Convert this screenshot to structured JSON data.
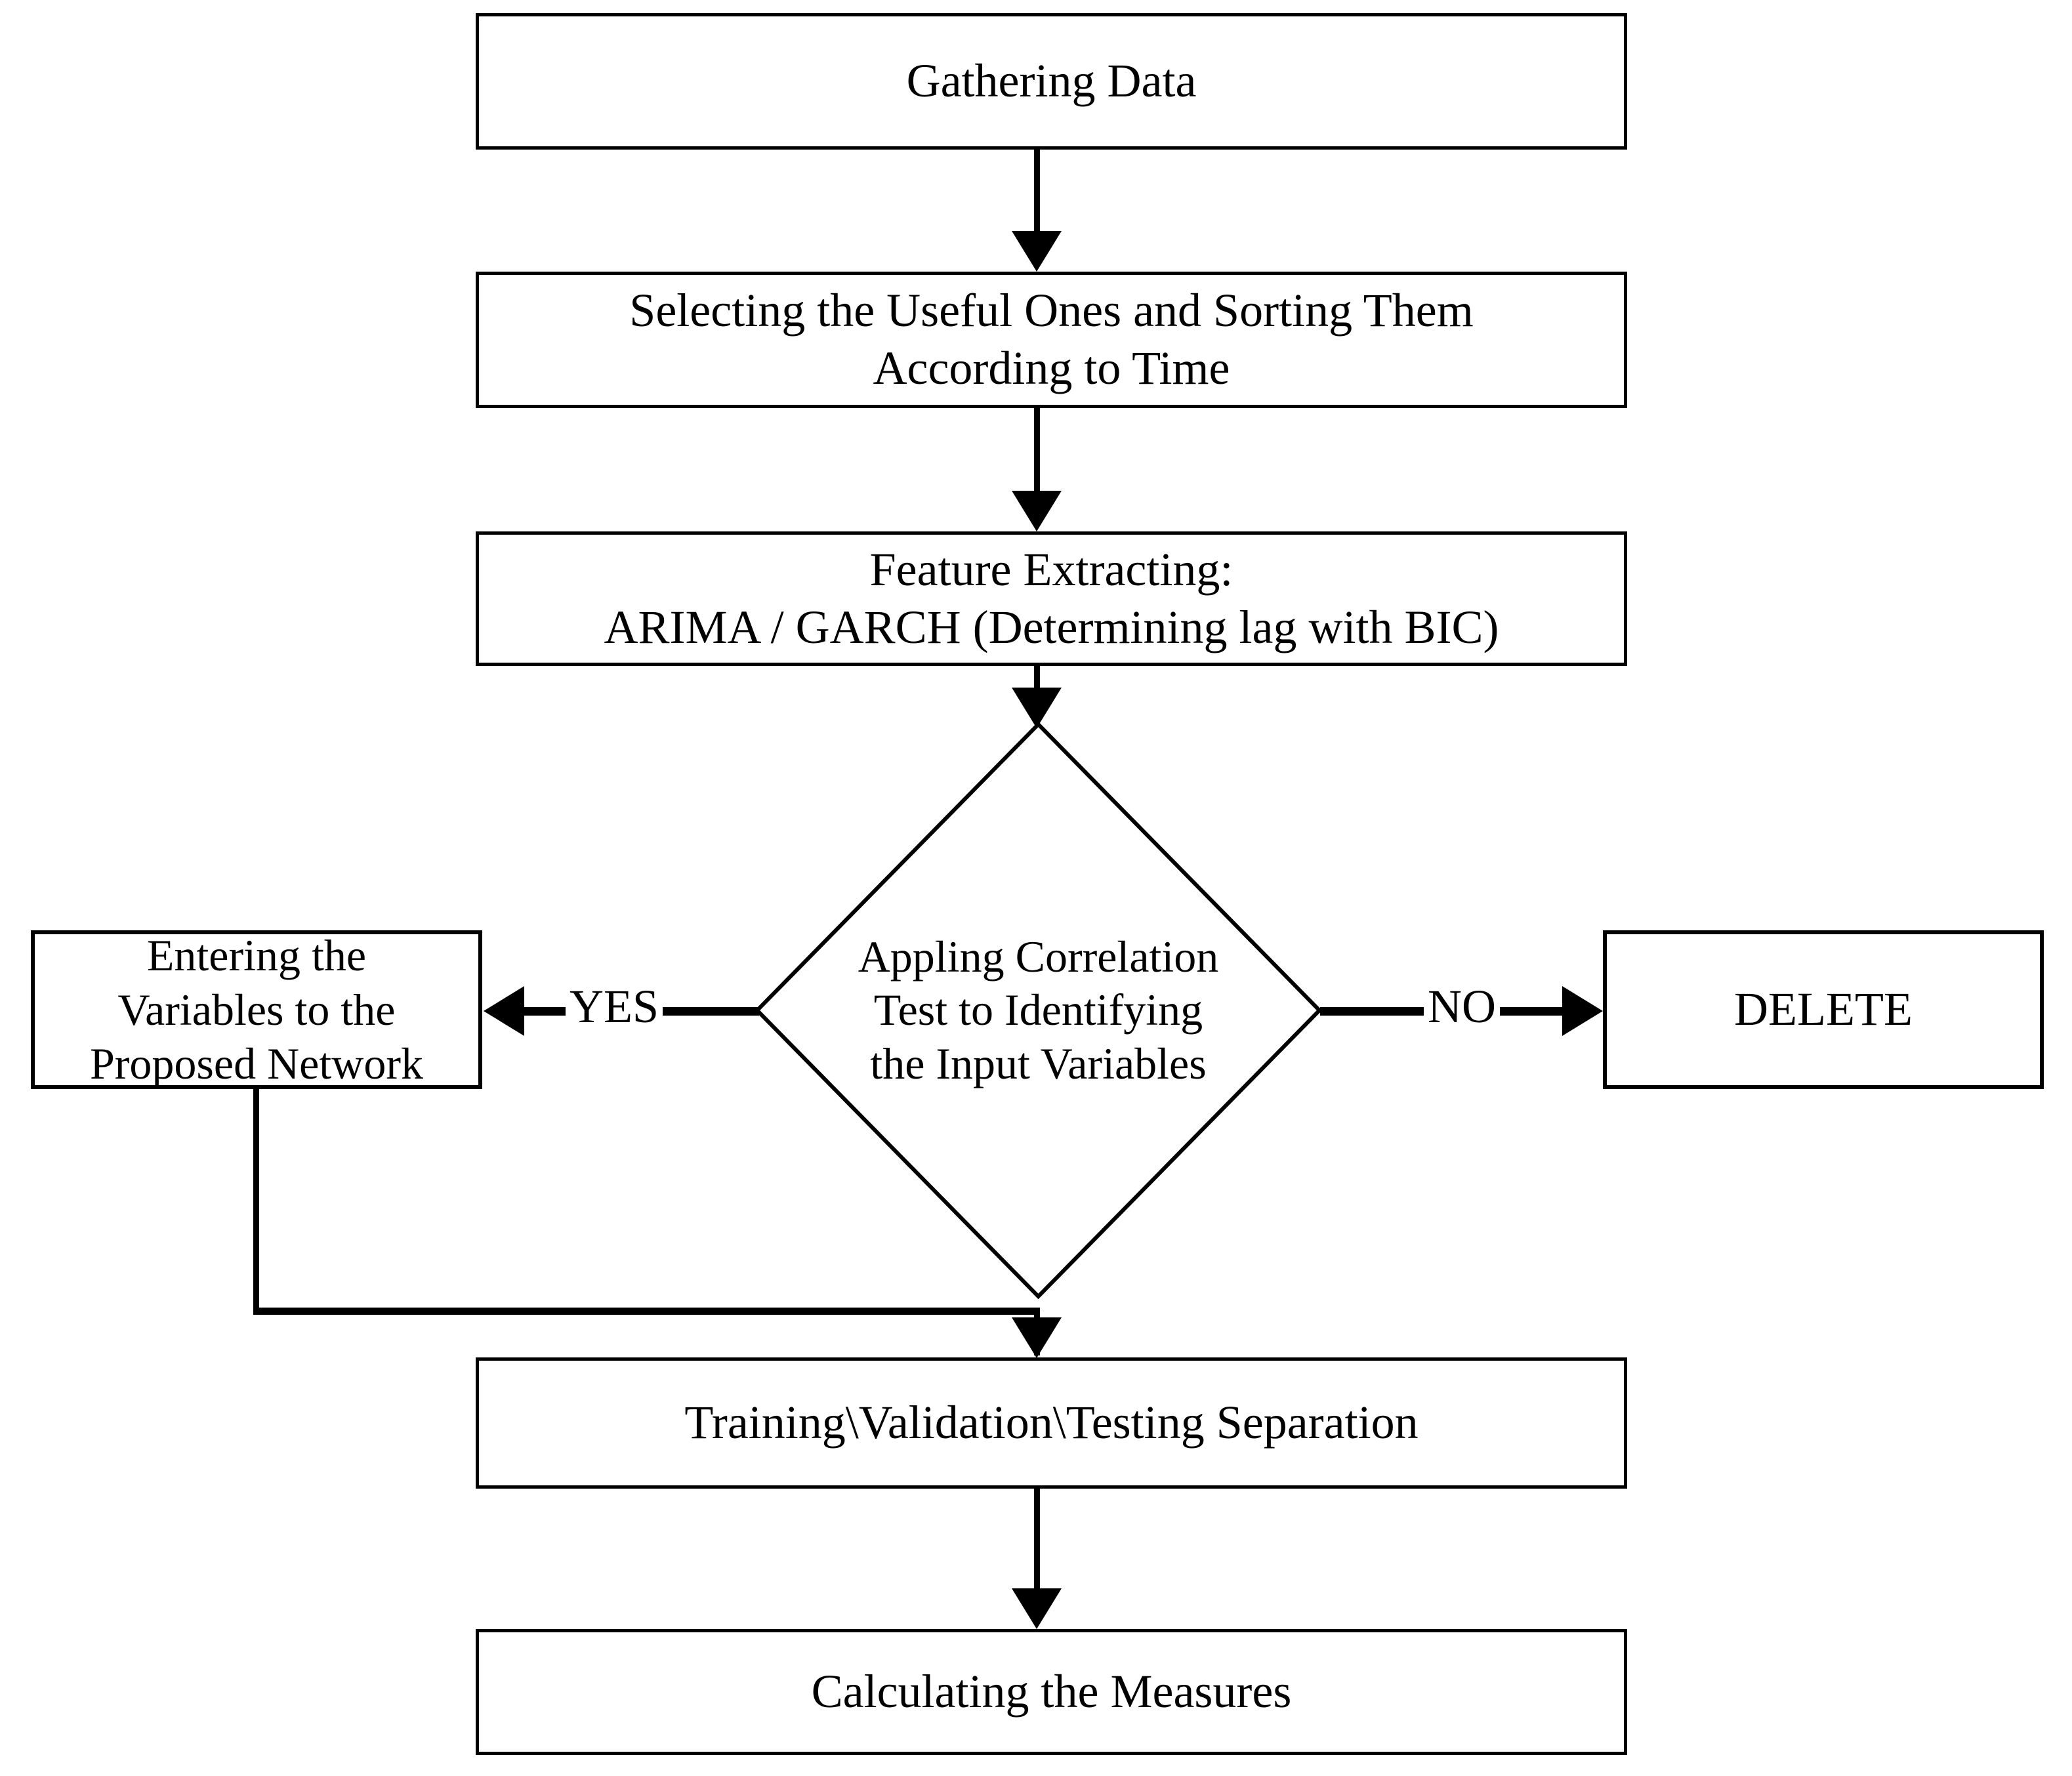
{
  "diagram": {
    "title": "Proposed Forecasting Methodology Flowchart",
    "type": "flowchart",
    "background_color": "#ffffff",
    "line_color": "#000000",
    "text_color": "#000000"
  },
  "nodes": {
    "gathering": {
      "label": "Gathering Data",
      "shape": "rectangle"
    },
    "selecting": {
      "label": "Selecting the Useful Ones and Sorting Them\nAccording to Time",
      "shape": "rectangle"
    },
    "feature": {
      "label": "Feature Extracting:\nARIMA / GARCH (Determining lag with BIC)",
      "shape": "rectangle"
    },
    "decision": {
      "label": "Appling Correlation\nTest to Identifying\nthe Input Variables",
      "shape": "diamond"
    },
    "entering": {
      "label": "Entering the\nVariables to the\nProposed Network",
      "shape": "rectangle"
    },
    "delete": {
      "label": "DELETE",
      "shape": "rectangle"
    },
    "training": {
      "label": "Training\\Validation\\Testing Separation",
      "shape": "rectangle"
    },
    "measures": {
      "label": "Calculating the Measures",
      "shape": "rectangle"
    }
  },
  "edges": {
    "gathering_to_selecting": {
      "label": "",
      "from": "gathering",
      "to": "selecting",
      "direction": "down"
    },
    "selecting_to_feature": {
      "label": "",
      "from": "selecting",
      "to": "feature",
      "direction": "down"
    },
    "feature_to_decision": {
      "label": "",
      "from": "feature",
      "to": "decision",
      "direction": "down"
    },
    "decision_to_entering": {
      "label": "YES",
      "from": "decision",
      "to": "entering",
      "direction": "left"
    },
    "decision_to_delete": {
      "label": "NO",
      "from": "decision",
      "to": "delete",
      "direction": "right"
    },
    "entering_to_training": {
      "label": "",
      "from": "entering",
      "to": "training",
      "direction": "down-right"
    },
    "training_to_measures": {
      "label": "",
      "from": "training",
      "to": "measures",
      "direction": "down"
    }
  }
}
